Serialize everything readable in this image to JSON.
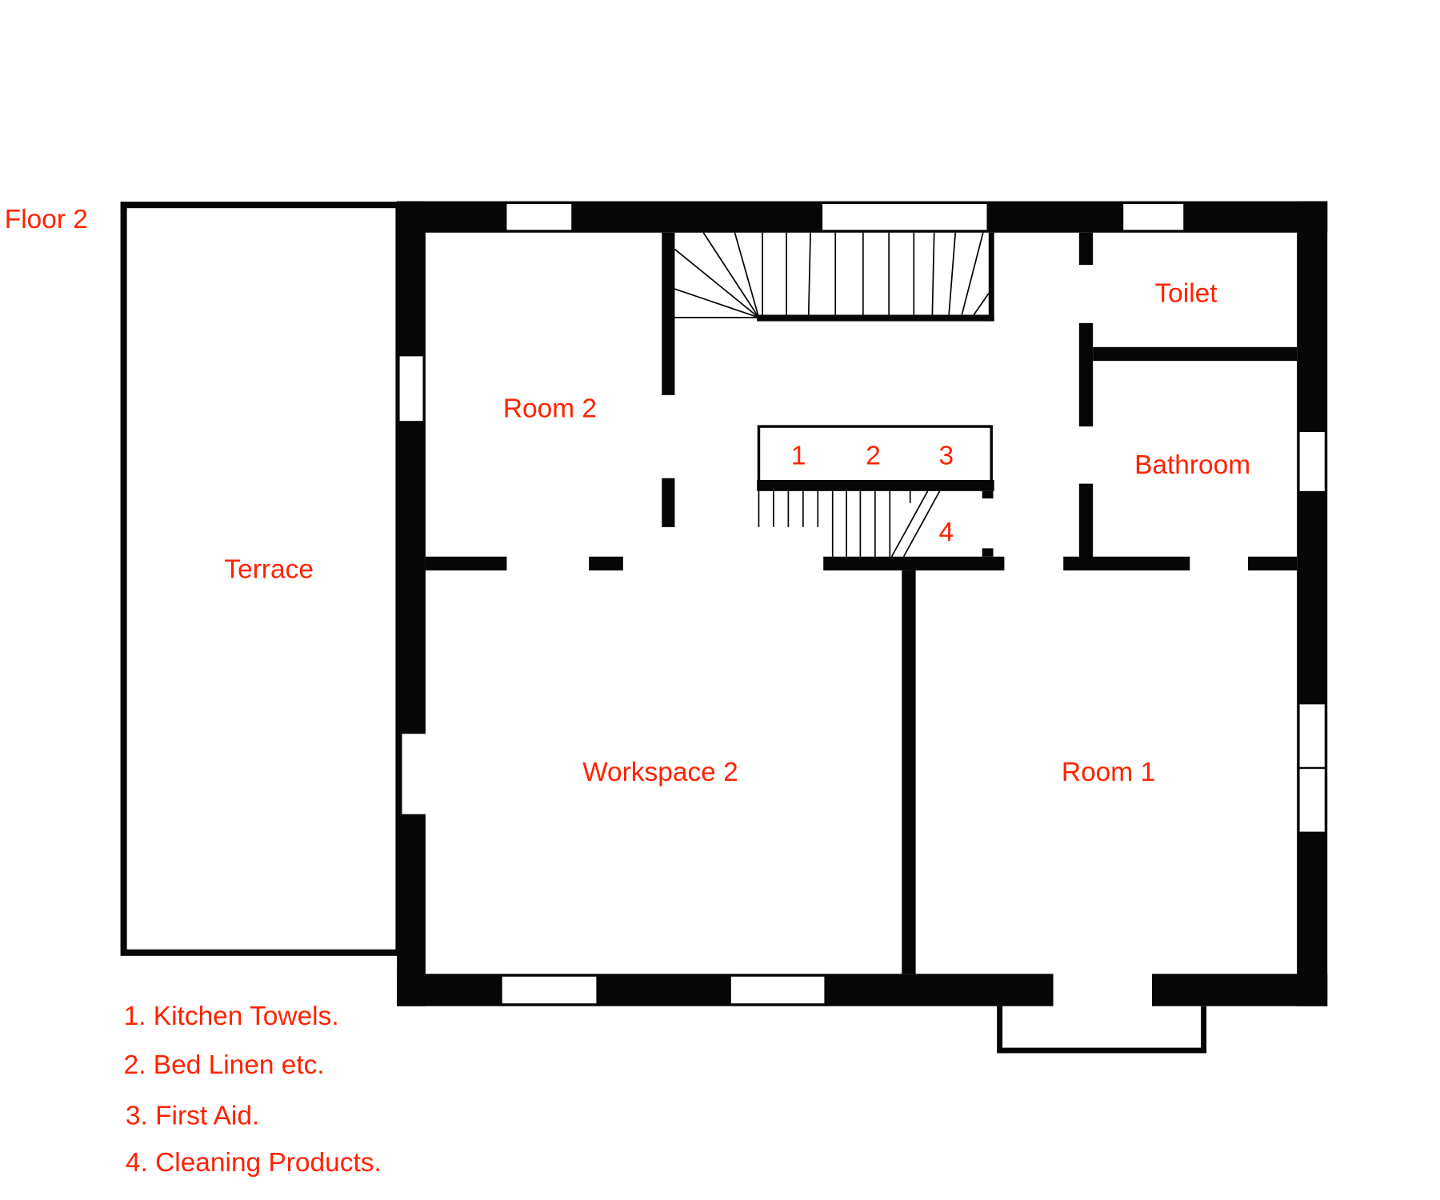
{
  "floor_label": "Floor 2",
  "rooms": {
    "terrace": "Terrace",
    "room2": "Room 2",
    "toilet": "Toilet",
    "bathroom": "Bathroom",
    "workspace2": "Workspace 2",
    "room1": "Room 1"
  },
  "cupboard_markers": [
    "1",
    "2",
    "3",
    "4"
  ],
  "legend": [
    "1. Kitchen Towels.",
    "2. Bed Linen etc.",
    "3. First Aid.",
    "4. Cleaning Products."
  ],
  "colors": {
    "label": "#ff2200",
    "wall": "#060606"
  }
}
